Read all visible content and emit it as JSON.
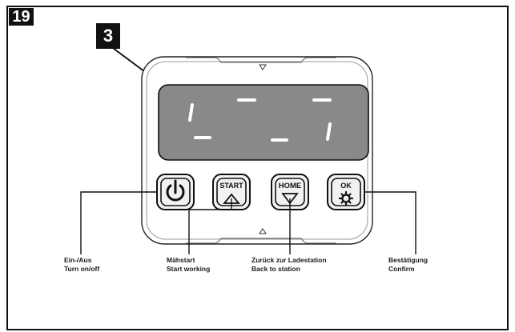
{
  "figure": {
    "number": "19",
    "callout": "3"
  },
  "buttons": {
    "start": {
      "text": "START"
    },
    "home": {
      "text": "HOME"
    },
    "ok": {
      "text": "OK"
    }
  },
  "labels": {
    "power": {
      "de": "Ein-/Aus",
      "en": "Turn on/off"
    },
    "start": {
      "de": "Mähstart",
      "en": "Start working"
    },
    "home": {
      "de": "Zurück zur Ladestation",
      "en": "Back to station"
    },
    "confirm": {
      "de": "Bestätigung",
      "en": "Confirm"
    }
  },
  "icons": {
    "power": "power-icon",
    "start": "up-triangle-icon",
    "home": "down-triangle-icon",
    "ok": "gear-icon"
  }
}
